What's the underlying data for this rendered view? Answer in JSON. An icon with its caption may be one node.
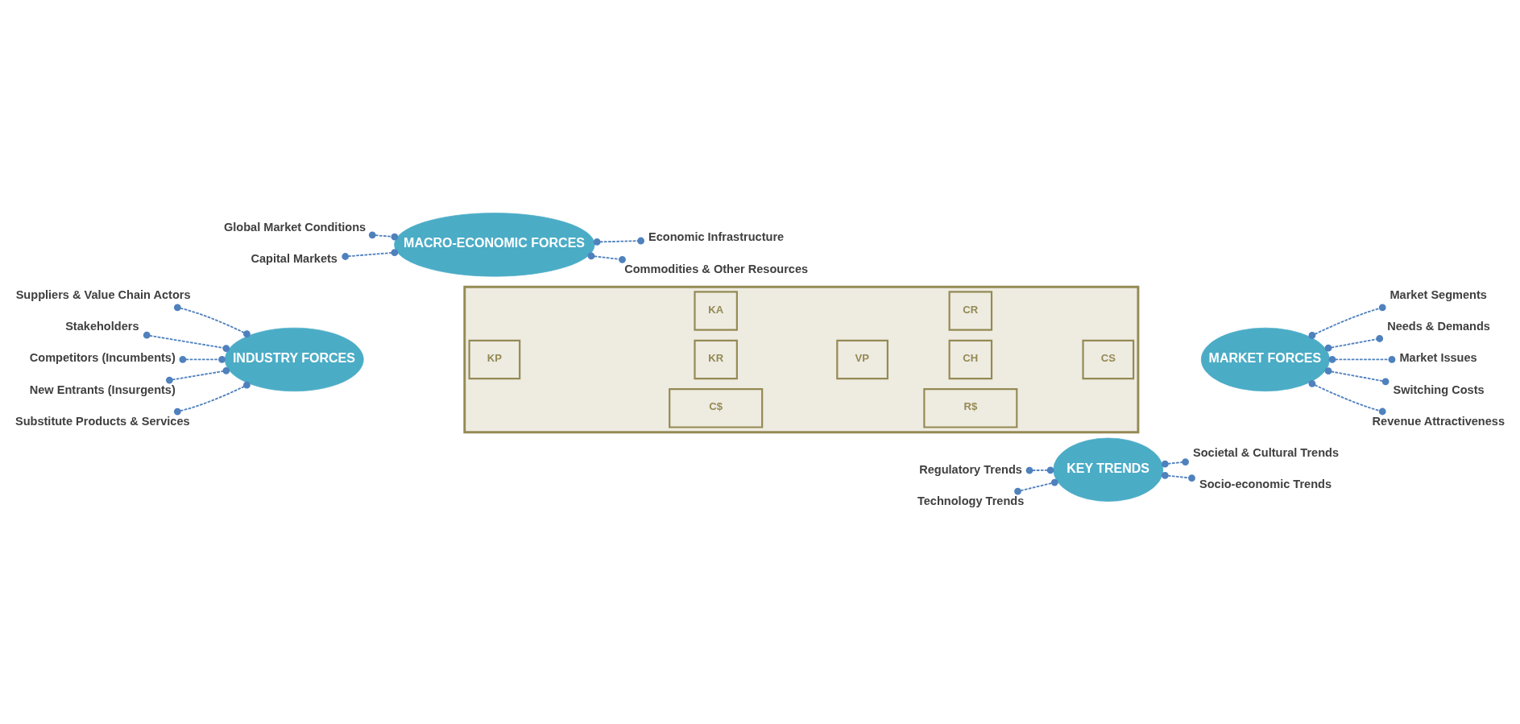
{
  "diagram": {
    "nodes": [
      {
        "text": [
          "KEY TRENDS"
        ]
      },
      {
        "text": [
          "Regulatory Trends"
        ]
      },
      {
        "text": [
          "Societal & Cultural Trends"
        ]
      },
      {
        "text": [
          "Technology Trends"
        ]
      },
      {
        "text": [
          "Socio-economic Trends"
        ]
      },
      {
        "text": [
          "INDUSTRY FORCES"
        ]
      },
      {
        "text": [
          "Suppliers & Value Chain Actors"
        ]
      },
      {
        "text": [
          "Stakeholders"
        ]
      },
      {
        "text": [
          "Competitors (Incumbents)"
        ]
      },
      {
        "text": [
          "New Entrants (Insurgents)"
        ]
      },
      {
        "text": [
          "Substitute Products & Services"
        ]
      },
      {
        "text": [],
        "shape": "box"
      },
      {
        "text": [
          "KP"
        ],
        "in": 11
      },
      {
        "text": [
          "KA"
        ],
        "in": 11
      },
      {
        "text": [
          "VP"
        ],
        "in": 11
      },
      {
        "text": [
          "CR"
        ],
        "in": 11
      },
      {
        "text": [
          "CS"
        ],
        "in": 11
      },
      {
        "text": [
          "KR"
        ],
        "in": 11
      },
      {
        "text": [
          "CH"
        ],
        "in": 11
      },
      {
        "text": [
          "C$"
        ],
        "in": 11
      },
      {
        "text": [
          "R$"
        ],
        "in": 11
      },
      {
        "text": [
          "MARKET FORCES"
        ]
      },
      {
        "text": [
          "Market Segments"
        ]
      },
      {
        "text": [
          "Needs & Demands"
        ]
      },
      {
        "text": [
          "Market Issues"
        ]
      },
      {
        "text": [
          "Switching Costs"
        ]
      },
      {
        "text": [
          "Revenue Attractiveness"
        ]
      },
      {
        "text": [
          "MACRO-ECONOMIC FORCES"
        ]
      },
      {
        "text": [
          "Global Market Conditions"
        ]
      },
      {
        "text": [
          "Economic Infrastructure"
        ]
      },
      {
        "text": [
          "Capital Markets"
        ]
      },
      {
        "text": [
          "Commodities & Other Resources"
        ]
      }
    ],
    "edges": [
      {
        "from": 1,
        "to": 0,
        "arrow": "other",
        "style": "dashed"
      },
      {
        "from": 0,
        "to": 2,
        "arrow": "other",
        "style": "dashed"
      },
      {
        "from": 3,
        "to": 0,
        "arrow": "other",
        "style": "dashed"
      },
      {
        "from": 0,
        "to": 4,
        "arrow": "other",
        "style": "dashed"
      },
      {
        "from": 6,
        "to": 5,
        "arrow": "other",
        "style": "dashed"
      },
      {
        "from": 7,
        "to": 5,
        "arrow": "other",
        "style": "dashed"
      },
      {
        "from": 8,
        "to": 5,
        "arrow": "other",
        "style": "dashed"
      },
      {
        "from": 9,
        "to": 5,
        "arrow": "other",
        "style": "dashed"
      },
      {
        "from": 10,
        "to": 5,
        "arrow": "other",
        "style": "dashed"
      },
      {
        "from": 21,
        "to": 22,
        "arrow": "other",
        "style": "dashed"
      },
      {
        "from": 21,
        "to": 23,
        "arrow": "other",
        "style": "dashed"
      },
      {
        "from": 21,
        "to": 24,
        "arrow": "other",
        "style": "dashed"
      },
      {
        "from": 21,
        "to": 25,
        "arrow": "other",
        "style": "dashed"
      },
      {
        "from": 21,
        "to": 26,
        "arrow": "other",
        "style": "dashed"
      },
      {
        "from": 28,
        "to": 27,
        "arrow": "other",
        "style": "dashed"
      },
      {
        "from": 27,
        "to": 29,
        "arrow": "other",
        "style": "dashed"
      },
      {
        "from": 30,
        "to": 27,
        "arrow": "other",
        "style": "dashed"
      },
      {
        "from": 27,
        "to": 31,
        "arrow": "other",
        "style": "dashed"
      }
    ]
  }
}
